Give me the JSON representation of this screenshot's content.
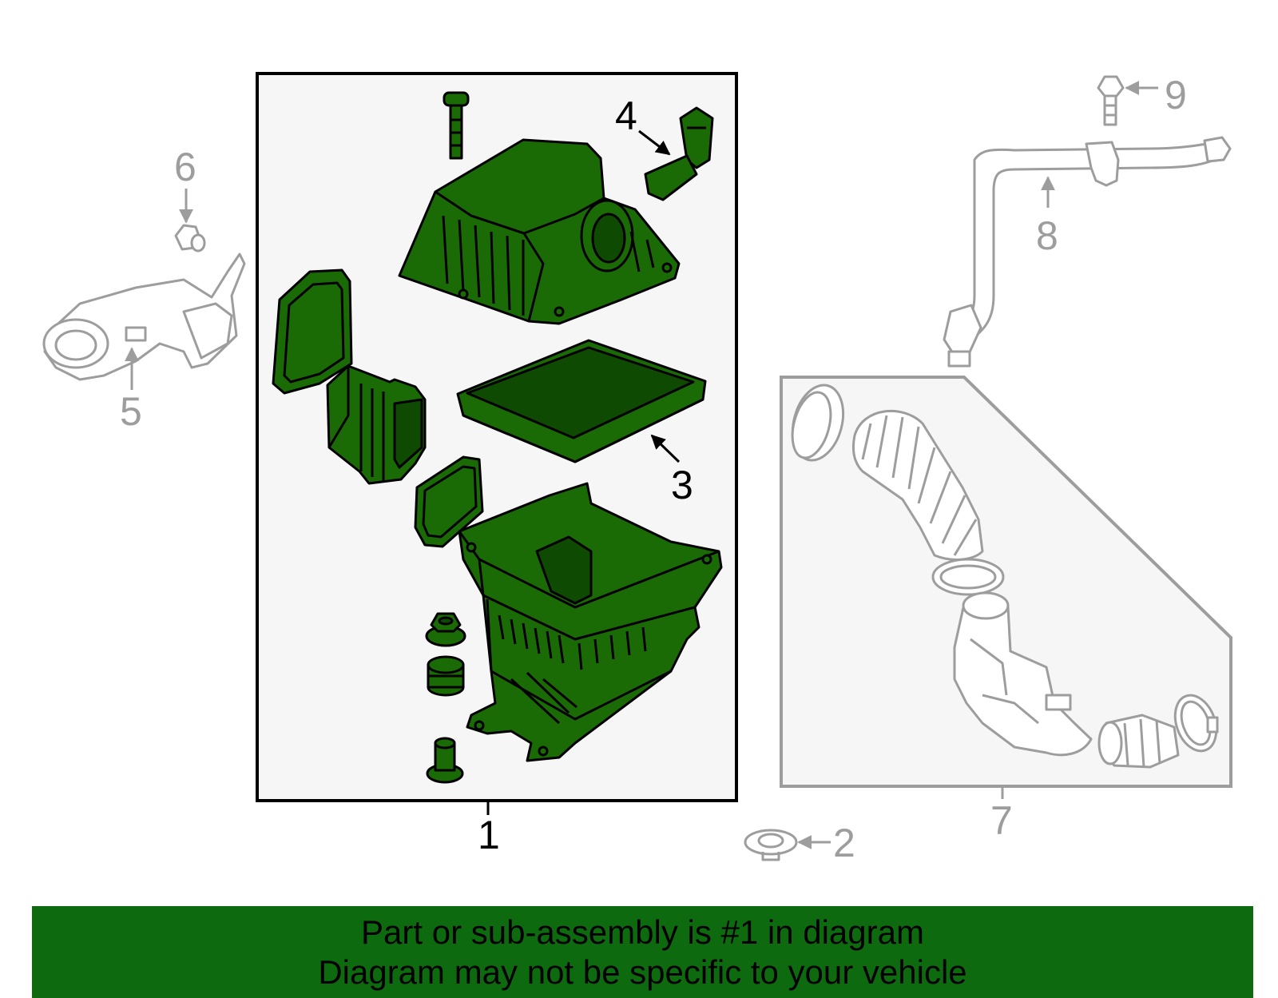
{
  "colors": {
    "highlight_fill": "#1a6b06",
    "outline": "#000000",
    "ghost_stroke": "#9d9d9d",
    "ghost_fill": "#ffffff",
    "panel_fill": "#f6f6f6",
    "banner_bg": "#0e6a0e"
  },
  "callouts": {
    "c1": "1",
    "c2": "2",
    "c3": "3",
    "c4": "4",
    "c5": "5",
    "c6": "6",
    "c7": "7",
    "c8": "8",
    "c9": "9"
  },
  "banner": {
    "line1": "Part or sub-assembly is #1 in diagram",
    "line2": "Diagram may not be specific to your vehicle"
  }
}
